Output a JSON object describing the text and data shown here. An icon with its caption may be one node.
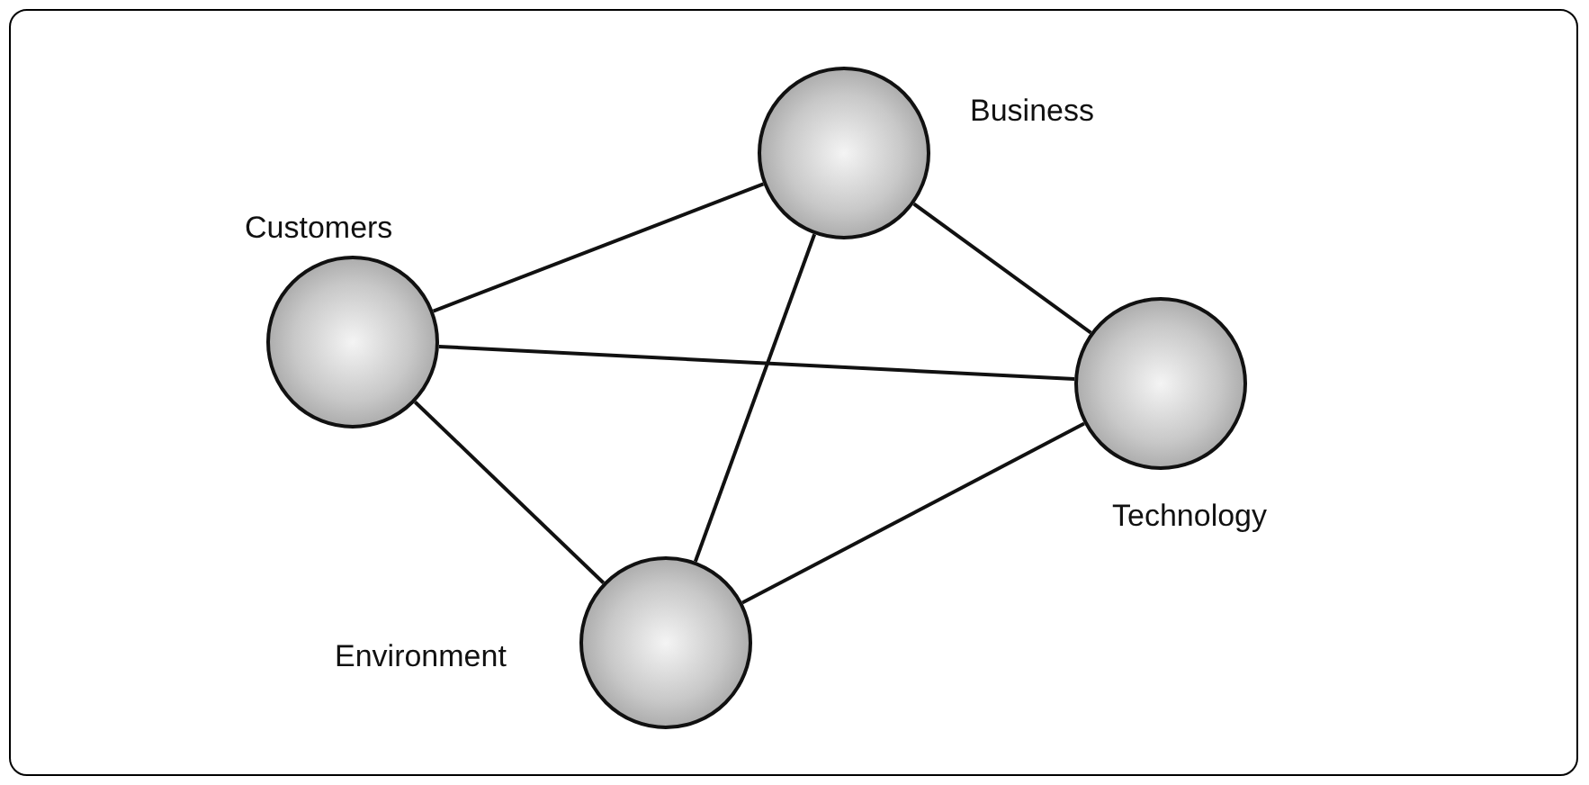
{
  "diagram": {
    "nodes": [
      {
        "text": [
          "Customers"
        ]
      },
      {
        "text": [
          "Business"
        ]
      },
      {
        "text": [
          "Technology"
        ]
      },
      {
        "text": [
          "Environment"
        ]
      }
    ],
    "edges": [
      {
        "from": 0,
        "to": 1,
        "arrow": "none"
      },
      {
        "from": 0,
        "to": 2,
        "arrow": "none"
      },
      {
        "from": 0,
        "to": 3,
        "arrow": "none"
      },
      {
        "from": 1,
        "to": 2,
        "arrow": "none"
      },
      {
        "from": 1,
        "to": 3,
        "arrow": "none"
      },
      {
        "from": 3,
        "to": 2,
        "arrow": "none"
      }
    ]
  }
}
